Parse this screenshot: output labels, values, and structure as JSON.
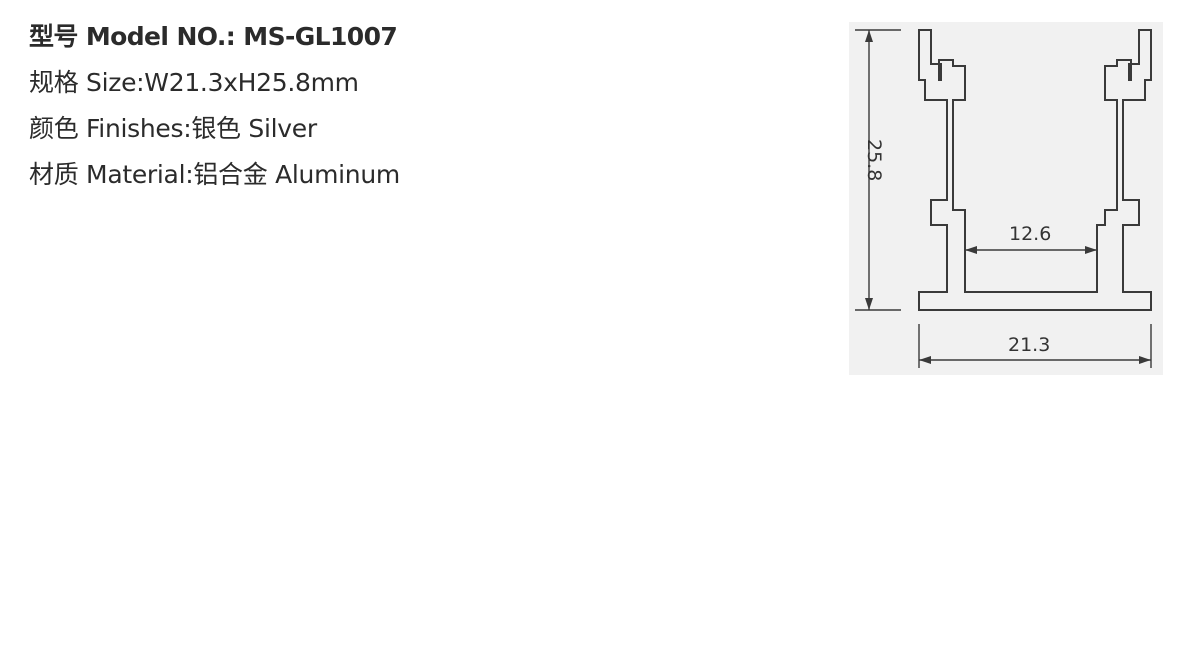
{
  "specs": {
    "model": "型号 Model NO.: MS-GL1007",
    "size": "规格 Size:W21.3xH25.8mm",
    "finish": "颜色 Finishes:银色 Silver",
    "material": "材质 Material:铝合金 Aluminum"
  },
  "drawing": {
    "height_label": "25.8",
    "inner_width_label": "12.6",
    "outer_width_label": "21.3",
    "stroke_color": "#3a3a3a",
    "panel_color": "#f1f1f1"
  }
}
